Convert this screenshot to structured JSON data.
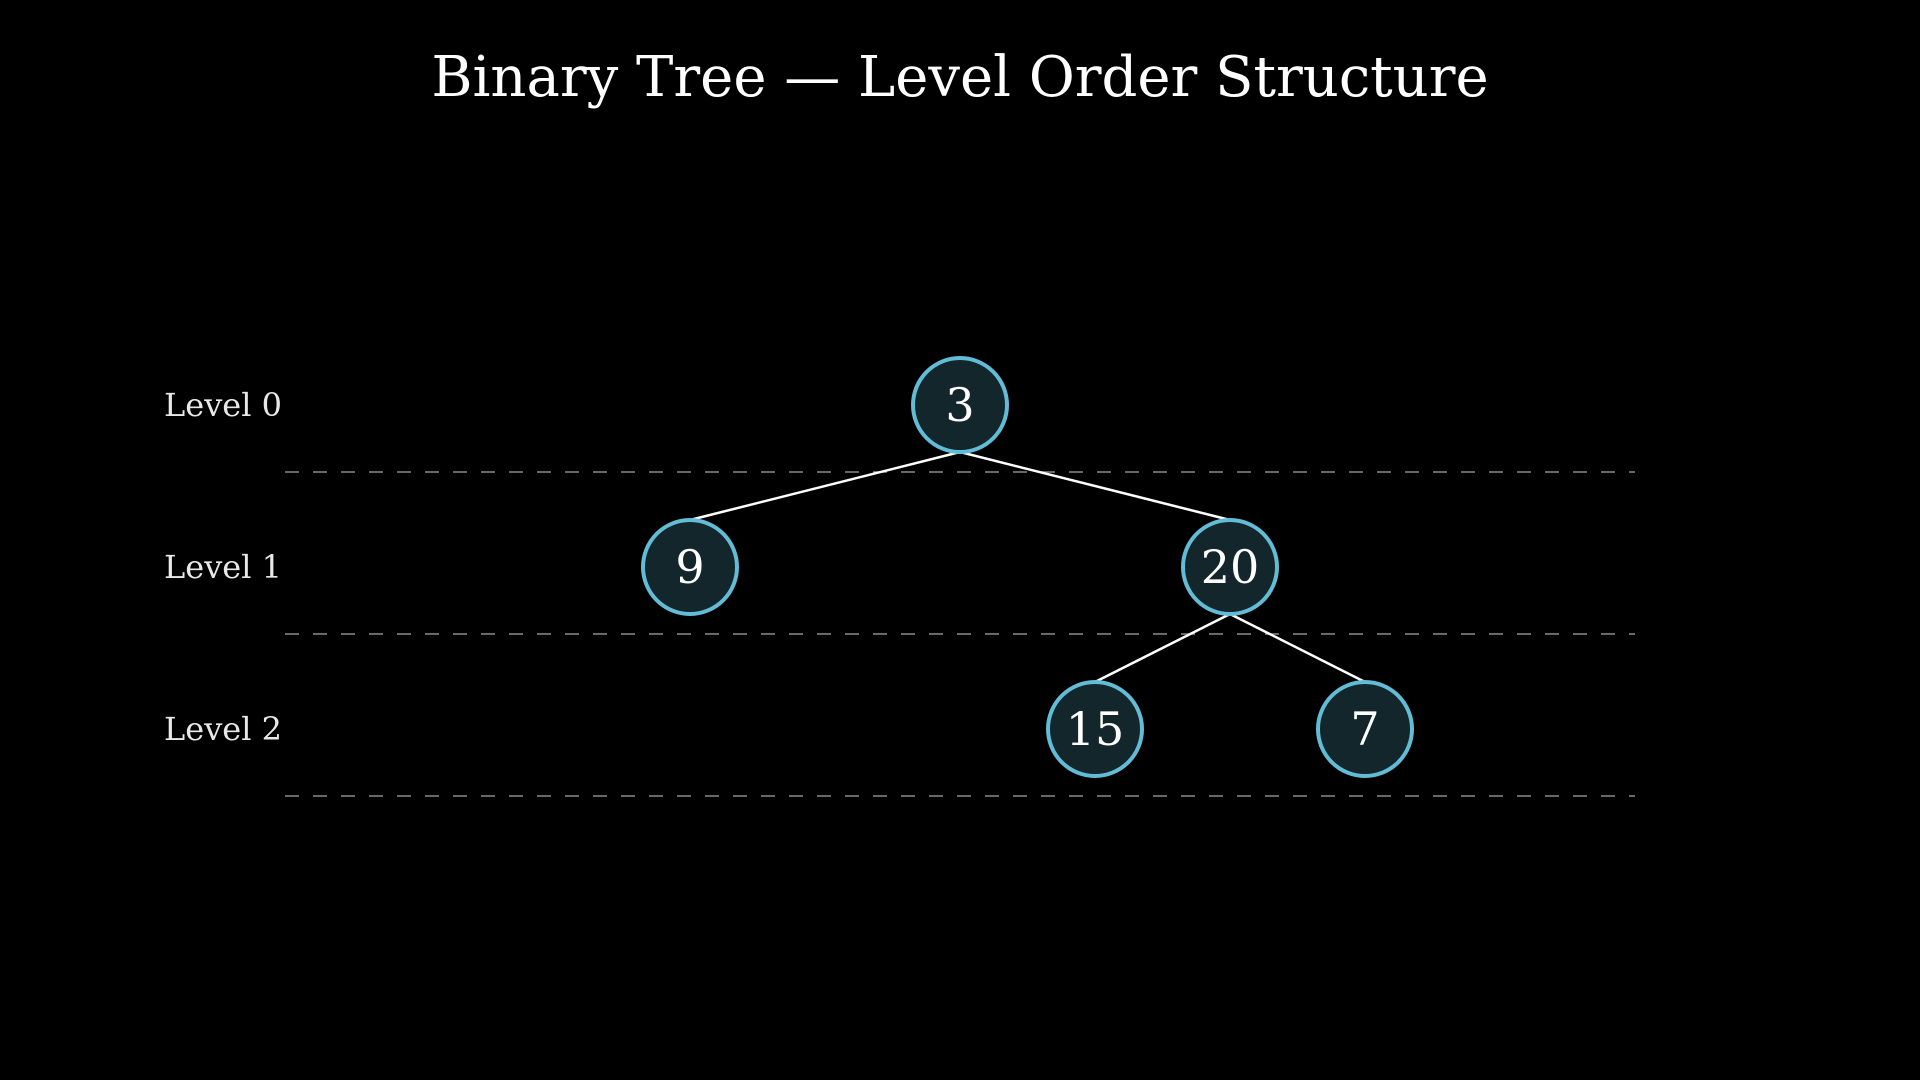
{
  "title": "Binary Tree — Level Order Structure",
  "colors": {
    "background": "#000000",
    "node_fill": "#12262c",
    "node_stroke": "#62bcd6",
    "edge": "#ffffff",
    "guide": "#8a8a8a"
  },
  "levels": [
    {
      "label": "Level 0"
    },
    {
      "label": "Level 1"
    },
    {
      "label": "Level 2"
    }
  ],
  "nodes": [
    {
      "id": "n3",
      "value": "3",
      "level": 0
    },
    {
      "id": "n9",
      "value": "9",
      "level": 1
    },
    {
      "id": "n20",
      "value": "20",
      "level": 1
    },
    {
      "id": "n15",
      "value": "15",
      "level": 2
    },
    {
      "id": "n7",
      "value": "7",
      "level": 2
    }
  ],
  "edges": [
    {
      "from": "n3",
      "to": "n9"
    },
    {
      "from": "n3",
      "to": "n20"
    },
    {
      "from": "n20",
      "to": "n15"
    },
    {
      "from": "n20",
      "to": "n7"
    }
  ]
}
